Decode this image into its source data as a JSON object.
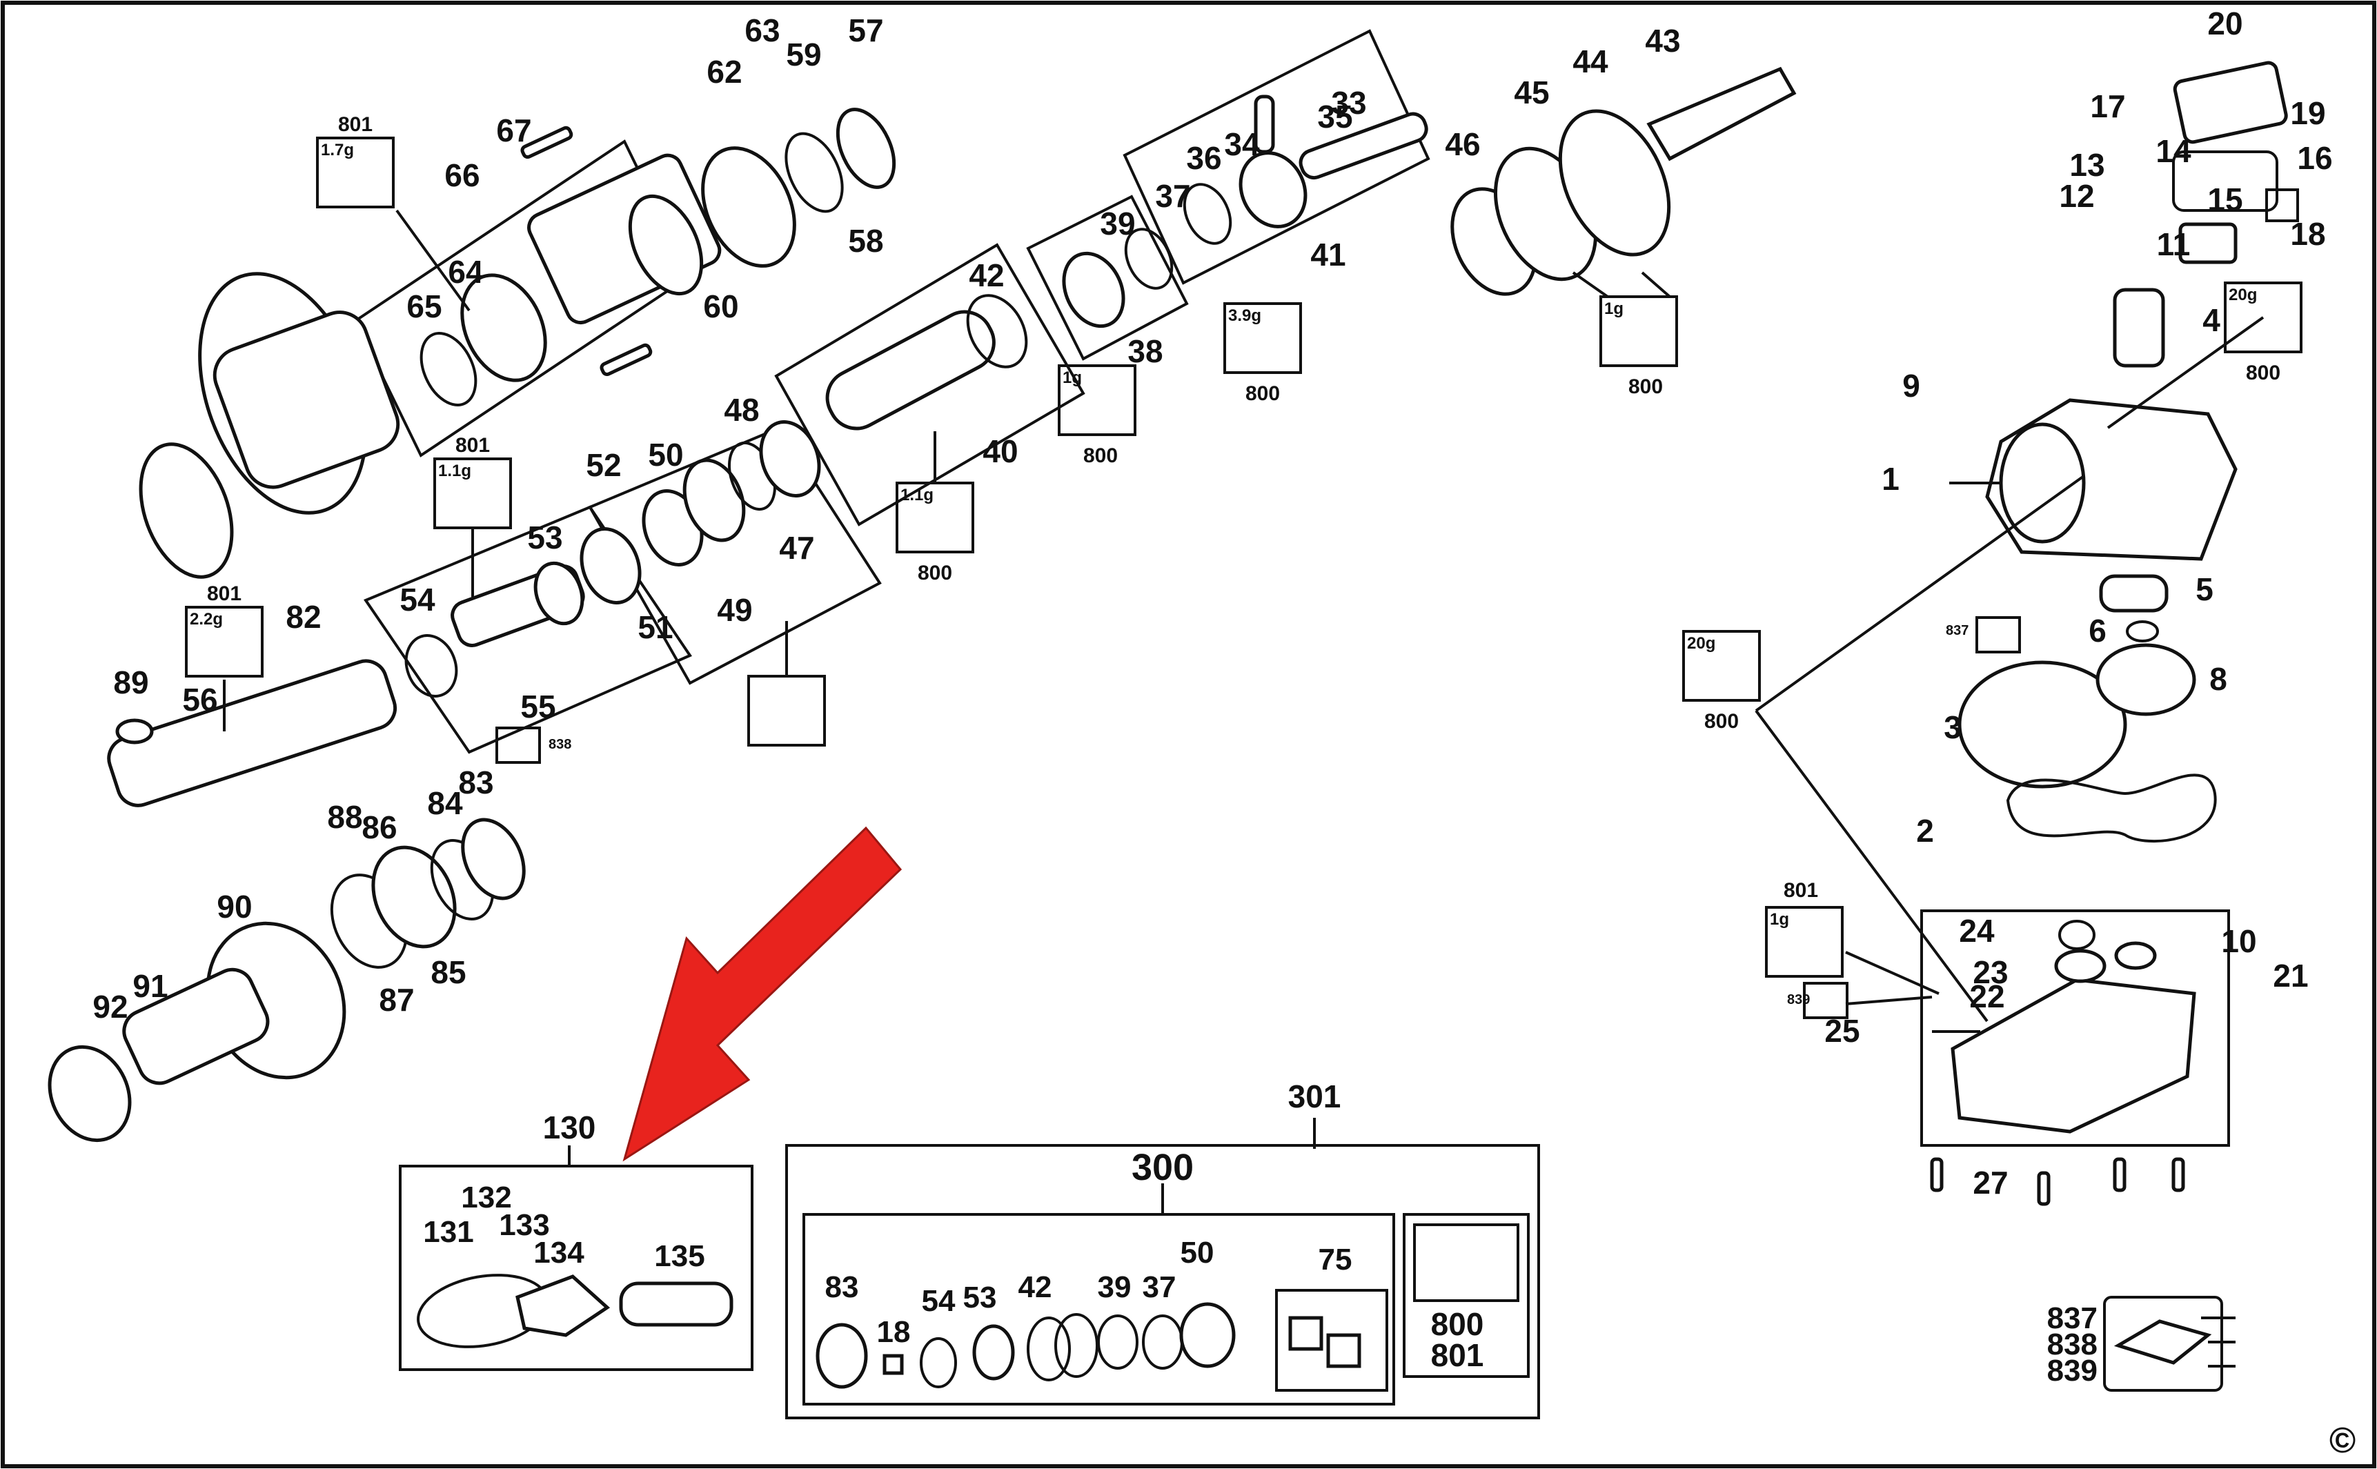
{
  "diagram": {
    "part_numbers": [
      "1",
      "2",
      "3",
      "4",
      "5",
      "6",
      "8",
      "9",
      "10",
      "11",
      "12",
      "13",
      "14",
      "15",
      "16",
      "17",
      "18",
      "19",
      "20",
      "21",
      "22",
      "23",
      "24",
      "25",
      "27",
      "33",
      "34",
      "35",
      "36",
      "37",
      "38",
      "39",
      "40",
      "41",
      "42",
      "43",
      "44",
      "45",
      "46",
      "47",
      "48",
      "49",
      "50",
      "51",
      "52",
      "53",
      "54",
      "55",
      "56",
      "57",
      "58",
      "59",
      "60",
      "62",
      "63",
      "64",
      "65",
      "66",
      "67",
      "82",
      "83",
      "84",
      "85",
      "86",
      "87",
      "88",
      "89",
      "90",
      "91",
      "92"
    ],
    "grease_boxes": [
      {
        "amount": "1.7g",
        "code": "801"
      },
      {
        "amount": "1.1g",
        "code": "801"
      },
      {
        "amount": "2.2g",
        "code": "801"
      },
      {
        "amount": "1.1g",
        "code": "800"
      },
      {
        "amount": "3.9g",
        "code": "800"
      },
      {
        "amount": "1g",
        "code": "800"
      },
      {
        "amount": "1g",
        "code": "800"
      },
      {
        "amount": "",
        "code": "800"
      },
      {
        "amount": "20g",
        "code": "800"
      },
      {
        "amount": "20g",
        "code": "800"
      },
      {
        "amount": "1g",
        "code": "801"
      },
      {
        "amount": "1g",
        "code": "801"
      }
    ],
    "small_codes": [
      "837",
      "838",
      "839"
    ],
    "kit_130": {
      "label": "130",
      "parts": [
        "131",
        "132",
        "133",
        "134",
        "135"
      ]
    },
    "kit_301": {
      "label": "301",
      "sub_label": "300",
      "parts": [
        "83",
        "18",
        "54",
        "53",
        "42",
        "39",
        "37",
        "50",
        "75"
      ],
      "grease_codes": [
        "800",
        "801"
      ]
    },
    "label_837_839": [
      "837",
      "838",
      "839"
    ],
    "copyright": "©",
    "arrow_color": "#e8231e"
  }
}
